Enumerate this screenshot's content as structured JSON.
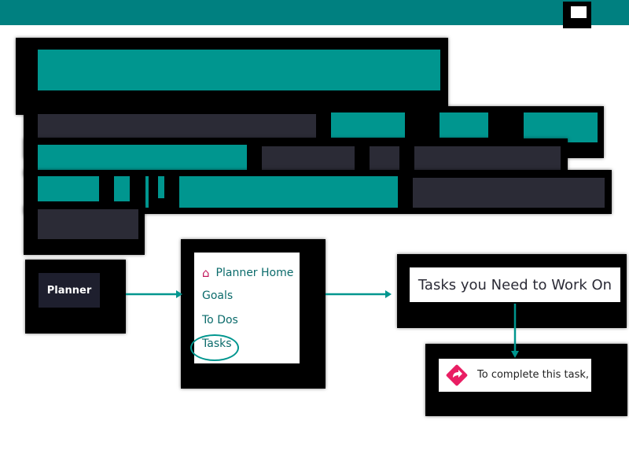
{
  "colors": {
    "teal": "#00968f",
    "header": "#008080",
    "slate": "#2b2b36",
    "home_icon": "#c2185b"
  },
  "planner_button": {
    "label": "Planner"
  },
  "menu": {
    "home_icon": "home-icon",
    "items": [
      "Planner Home",
      "Goals",
      "To Dos",
      "Tasks"
    ],
    "highlighted": "Tasks"
  },
  "tasks_panel": {
    "heading": "Tasks you Need to Work On"
  },
  "task_item": {
    "icon": "share-arrow-icon",
    "text": "To complete this task,"
  }
}
